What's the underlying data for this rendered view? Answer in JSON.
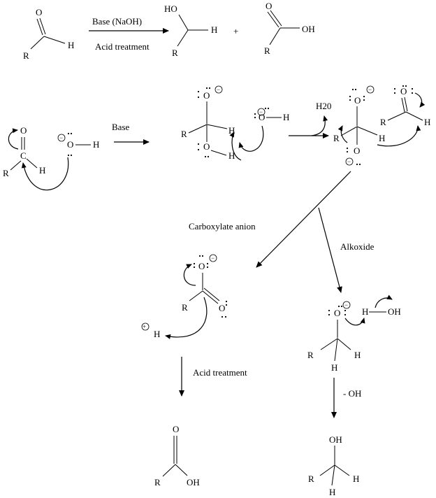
{
  "reaction": {
    "top_condition_1": "Base (NaOH)",
    "top_condition_2": "Acid treatment",
    "plus_sign": "+",
    "step1_condition": "Base",
    "water_label": "H20",
    "carboxylate_label": "Carboxylate anion",
    "alkoxide_label": "Alkoxide",
    "acid_treatment_label": "Acid treatment",
    "minus_oh_label": "- OH",
    "proton_label": "H"
  },
  "atoms": {
    "O": "O",
    "H": "H",
    "R": "R",
    "C": "C",
    "HO": "HO",
    "OH": "OH"
  },
  "charges": {
    "minus": "−",
    "plus": "+"
  }
}
